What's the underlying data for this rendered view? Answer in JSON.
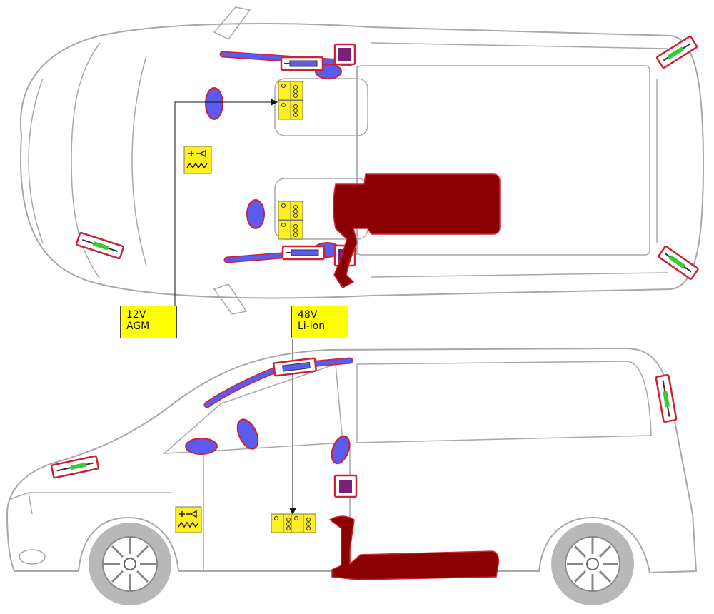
{
  "callouts": {
    "battery_12v": {
      "line1": "12V",
      "line2": "AGM"
    },
    "battery_48v": {
      "line1": "48V",
      "line2": "Li-ion"
    }
  },
  "colors": {
    "body_outline": "#a8a8a8",
    "airbag": "#5b5bf0",
    "airbag_outline": "#cc2233",
    "fuel_tank": "#8b0000",
    "battery": "#ffee22",
    "sensor": "#7a1f7a",
    "light": "#33cc33",
    "wheel": "#b8b8b8",
    "callout_bg": "#ffff00"
  },
  "icons": [
    "battery-icon",
    "airbag-icon",
    "fuel-tank-icon",
    "high-voltage-cable-icon",
    "gas-strut-icon",
    "control-unit-icon",
    "headlight-icon",
    "taillight-icon"
  ]
}
